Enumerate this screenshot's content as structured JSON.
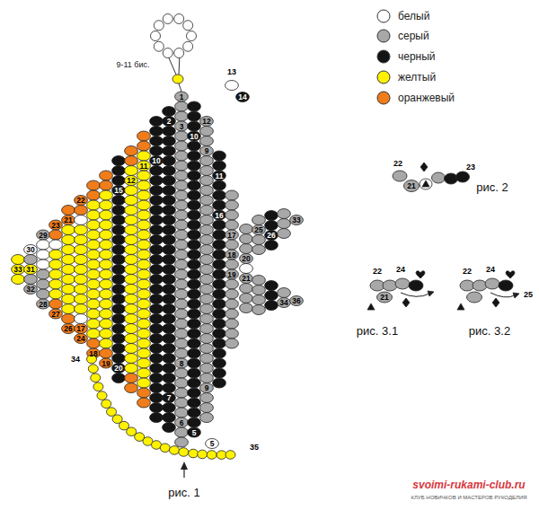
{
  "diagram": {
    "labels": [
      "9-11 бис.",
      "13",
      "14",
      "1",
      "12",
      "2",
      "3",
      "10",
      "9",
      "11",
      "11",
      "10",
      "12",
      "15",
      "16",
      "17",
      "18",
      "19",
      "20",
      "21",
      "25",
      "26",
      "33",
      "36",
      "34",
      "8",
      "9",
      "7",
      "6",
      "5",
      "5",
      "35",
      "22",
      "21",
      "23",
      "29",
      "30",
      "31",
      "32",
      "33",
      "28",
      "27",
      "17",
      "26",
      "24",
      "18",
      "19",
      "20",
      "34",
      "рис. 1",
      "22",
      "23",
      "21",
      "рис. 2",
      "22",
      "24",
      "21",
      "рис. 3.1",
      "22",
      "24",
      "25",
      "рис. 3.2",
      "svoimi-rukami-club.ru",
      "КЛУБ НОВИЧКОВ И МАСТЕРОВ РУКОДЕЛИЯ"
    ],
    "legend": [
      {
        "text": "белый",
        "color": "#ffffff"
      },
      {
        "text": "серый",
        "color": "#a8a8a8"
      },
      {
        "text": "черный",
        "color": "#141414"
      },
      {
        "text": "желтый",
        "color": "#fff200"
      },
      {
        "text": "оранжевый",
        "color": "#f07d1a"
      }
    ]
  }
}
